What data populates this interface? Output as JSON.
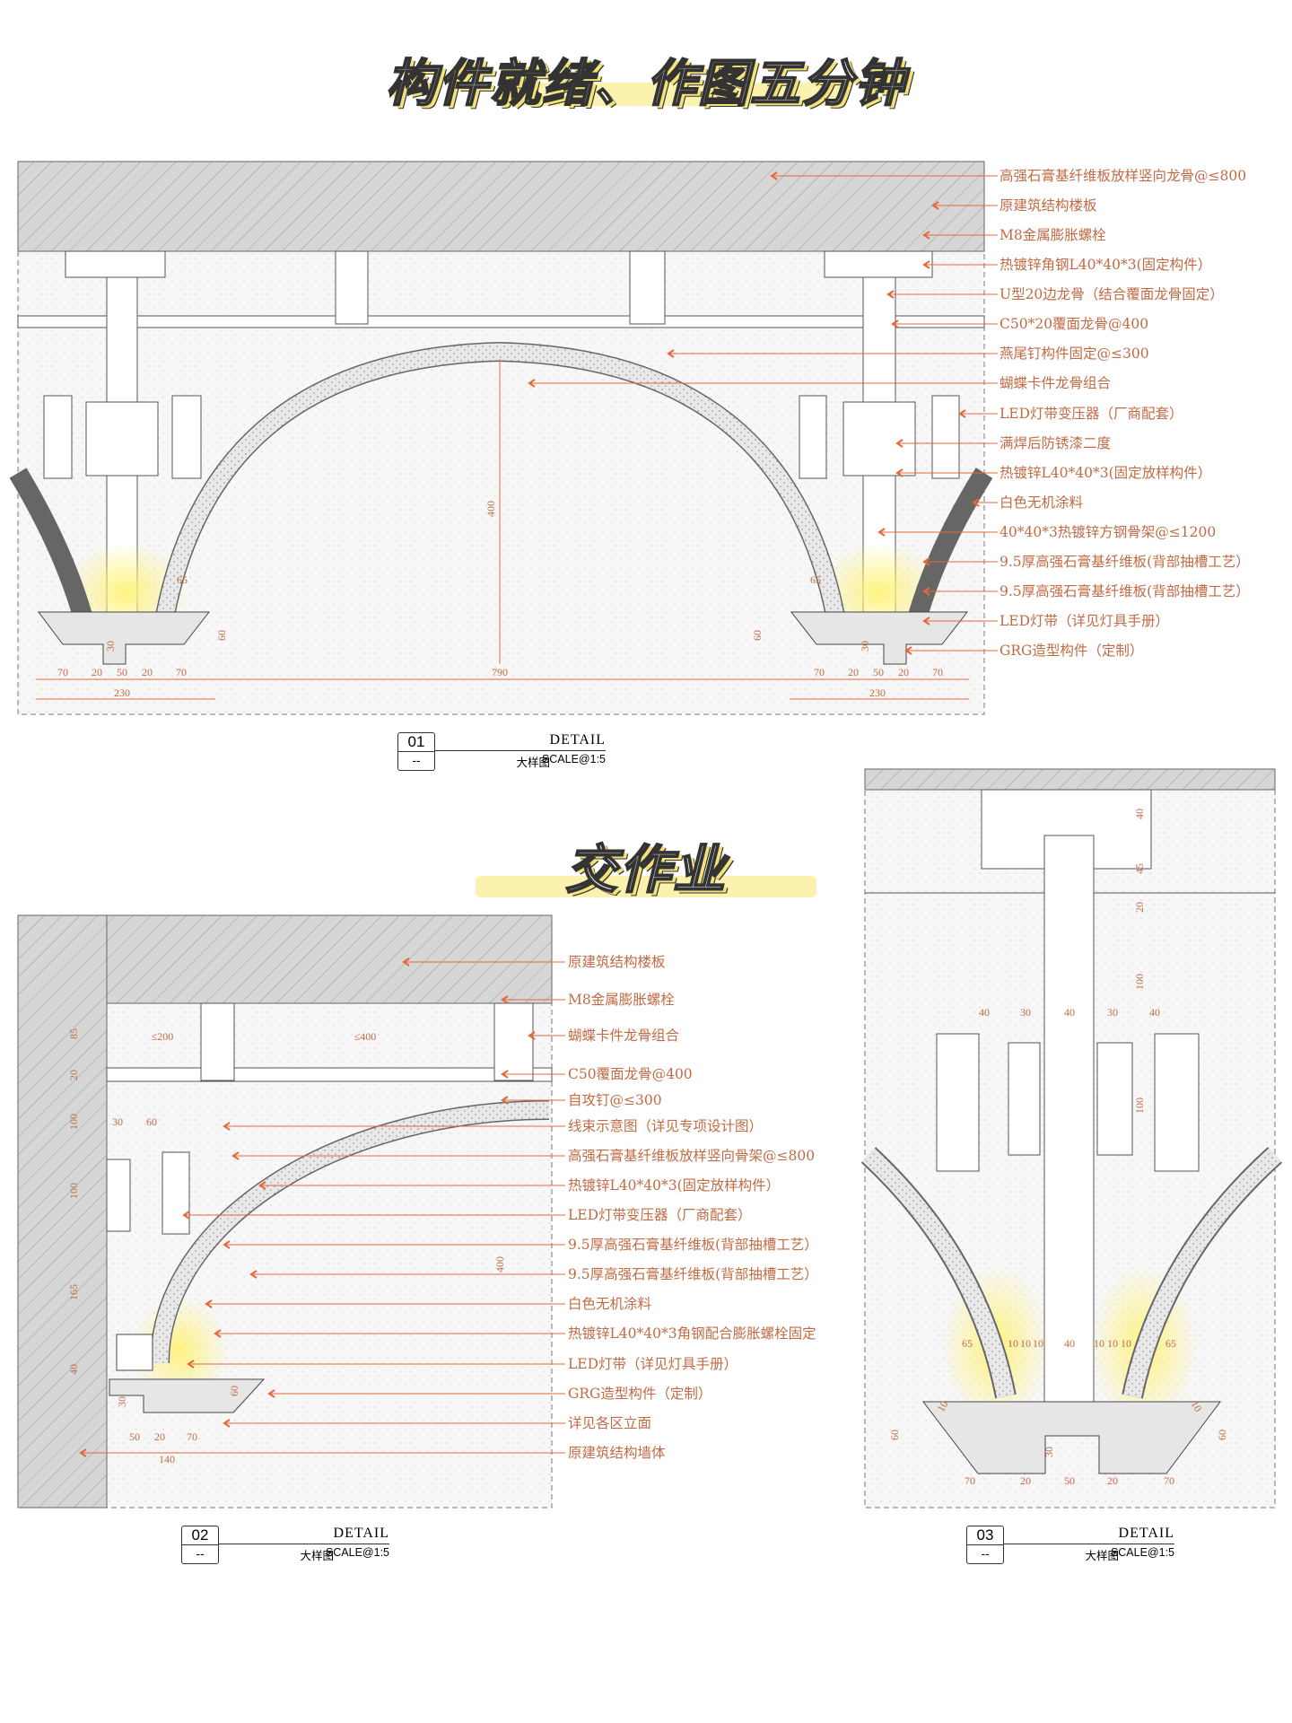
{
  "titles": {
    "main": "构件就绪、作图五分钟",
    "homework": "交作业"
  },
  "colors": {
    "annotation": "#c06b45",
    "leader": "#e4683a",
    "concrete": "#d4d4d4",
    "led_glow": "#fff27a"
  },
  "detail_01": {
    "tag": {
      "number": "01",
      "sub": "--",
      "detail": "DETAIL",
      "name": "大样图",
      "scale": "SCALE@1:5"
    },
    "labels": [
      "高强石膏基纤维板放样竖向龙骨@≤800",
      "原建筑结构楼板",
      "M8金属膨胀螺栓",
      "热镀锌角钢L40*40*3(固定构件）",
      "U型20边龙骨（结合覆面龙骨固定）",
      "C50*20覆面龙骨@400",
      "燕尾钉构件固定@≤300",
      "蝴蝶卡件龙骨组合",
      "LED灯带变压器（厂商配套）",
      "满焊后防锈漆二度",
      "热镀锌L40*40*3(固定放样构件）",
      "白色无机涂料",
      "40*40*3热镀锌方钢骨架@≤1200",
      "9.5厚高强石膏基纤维板(背部抽槽工艺）",
      "9.5厚高强石膏基纤维板(背部抽槽工艺）",
      "LED灯带（详见灯具手册）",
      "GRG造型构件（定制）"
    ],
    "dimensions": [
      "70",
      "20",
      "50",
      "20",
      "70",
      "230",
      "790",
      "70",
      "20",
      "50",
      "20",
      "70",
      "230",
      "400",
      "65",
      "65",
      "60",
      "60",
      "30",
      "30"
    ]
  },
  "detail_02": {
    "tag": {
      "number": "02",
      "sub": "--",
      "detail": "DETAIL",
      "name": "大样图",
      "scale": "SCALE@1:5"
    },
    "labels": [
      "原建筑结构楼板",
      "M8金属膨胀螺栓",
      "蝴蝶卡件龙骨组合",
      "C50覆面龙骨@400",
      "自攻钉@≤300",
      "线束示意图（详见专项设计图）",
      "高强石膏基纤维板放样竖向骨架@≤800",
      "热镀锌L40*40*3(固定放样构件）",
      "LED灯带变压器（厂商配套）",
      "9.5厚高强石膏基纤维板(背部抽槽工艺）",
      "9.5厚高强石膏基纤维板(背部抽槽工艺）",
      "白色无机涂料",
      "热镀锌L40*40*3角钢配合膨胀螺栓固定",
      "LED灯带（详见灯具手册）",
      "GRG造型构件（定制）",
      "详见各区立面",
      "原建筑结构墙体"
    ],
    "dimensions": [
      "≤200",
      "≤400",
      "85",
      "20",
      "100",
      "100",
      "165",
      "40",
      "30",
      "60",
      "400",
      "60",
      "30",
      "50",
      "20",
      "70",
      "140"
    ]
  },
  "detail_03": {
    "tag": {
      "number": "03",
      "sub": "--",
      "detail": "DETAIL",
      "name": "大样图",
      "scale": "SCALE@1:5"
    },
    "dimensions": [
      "40",
      "45",
      "20",
      "100",
      "100",
      "40",
      "30",
      "40",
      "30",
      "40",
      "65",
      "10",
      "10",
      "10",
      "40",
      "10",
      "10",
      "10",
      "65",
      "10",
      "10",
      "60",
      "60",
      "30",
      "70",
      "20",
      "50",
      "20",
      "70"
    ]
  }
}
